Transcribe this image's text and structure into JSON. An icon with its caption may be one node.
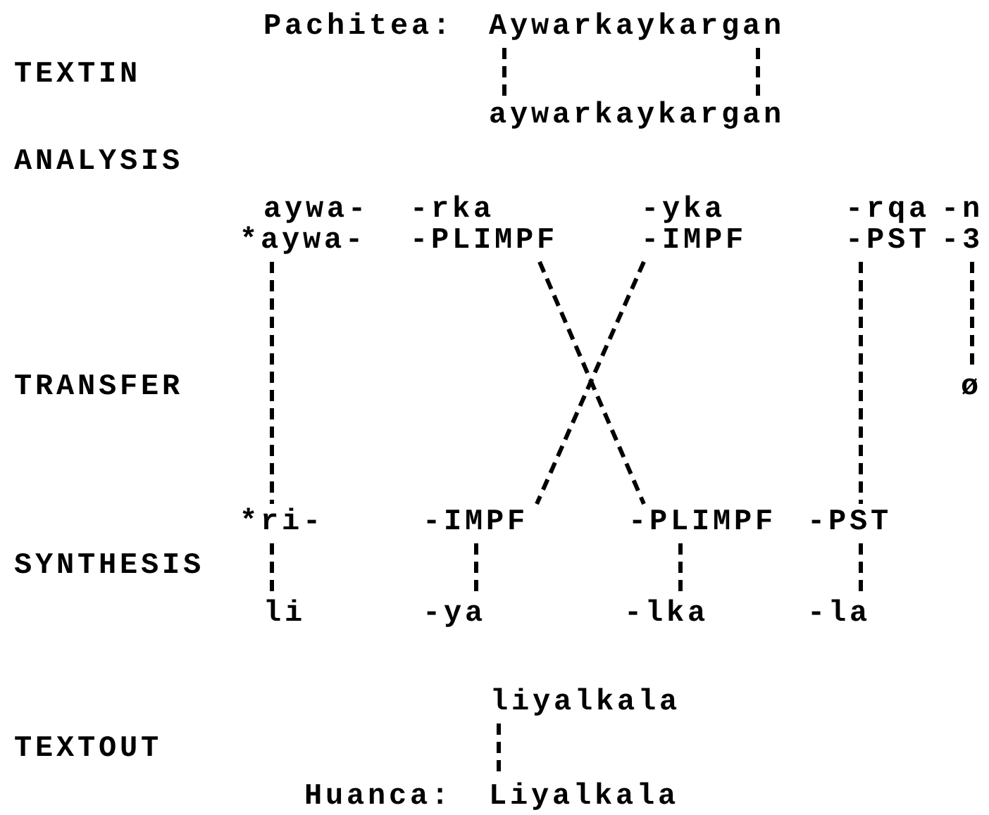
{
  "diagram": {
    "nodes": [
      {
        "text": [
          "Aywarkaykargan"
        ],
        "beside": [
          "Pachitea:"
        ]
      },
      {
        "text": [
          "aywarkaykargan"
        ]
      },
      {
        "text": [
          "*aywa-"
        ]
      },
      {
        "text": [
          "-PLIMPF"
        ]
      },
      {
        "text": [
          "-IMPF"
        ]
      },
      {
        "text": [
          "-PST"
        ]
      },
      {
        "text": [
          "-3"
        ]
      },
      {
        "text": [
          "ø"
        ]
      },
      {
        "text": [
          "*ri-"
        ]
      },
      {
        "text": [
          "-IMPF"
        ]
      },
      {
        "text": [
          "-PLIMPF"
        ]
      },
      {
        "text": [
          "-PST"
        ]
      },
      {
        "text": [
          "li"
        ]
      },
      {
        "text": [
          "-ya"
        ]
      },
      {
        "text": [
          "-lka"
        ]
      },
      {
        "text": [
          "-la"
        ]
      },
      {
        "text": [
          "liyalkala"
        ]
      },
      {
        "text": [
          "Liyalkala"
        ],
        "beside": [
          "Huanca:"
        ]
      }
    ],
    "edges": [
      {
        "from": 0,
        "to": 1,
        "arrow": "none",
        "style": "dashed"
      },
      {
        "from": 0,
        "to": 1,
        "arrow": "none",
        "style": "dashed"
      },
      {
        "from": 2,
        "to": 8,
        "arrow": "none",
        "style": "dashed"
      },
      {
        "from": 3,
        "to": 10,
        "arrow": "none",
        "style": "dashed"
      },
      {
        "from": 4,
        "to": 9,
        "arrow": "none",
        "style": "dashed"
      },
      {
        "from": 5,
        "to": 11,
        "arrow": "none",
        "style": "dashed"
      },
      {
        "from": 6,
        "to": 7,
        "arrow": "none",
        "style": "dashed"
      },
      {
        "from": 8,
        "to": 12,
        "arrow": "none",
        "style": "dashed"
      },
      {
        "from": 9,
        "to": 13,
        "arrow": "none",
        "style": "dashed"
      },
      {
        "from": 10,
        "to": 14,
        "arrow": "none",
        "style": "dashed"
      },
      {
        "from": 11,
        "to": 15,
        "arrow": "none",
        "style": "dashed"
      },
      {
        "from": 16,
        "to": 17,
        "arrow": "none",
        "style": "dashed"
      }
    ],
    "labels": [
      "TEXTIN",
      "ANALYSIS",
      "aywa-",
      "-rka",
      "-yka",
      "-rqa",
      "-n",
      "TRANSFER",
      "SYNTHESIS",
      "TEXTOUT"
    ]
  }
}
